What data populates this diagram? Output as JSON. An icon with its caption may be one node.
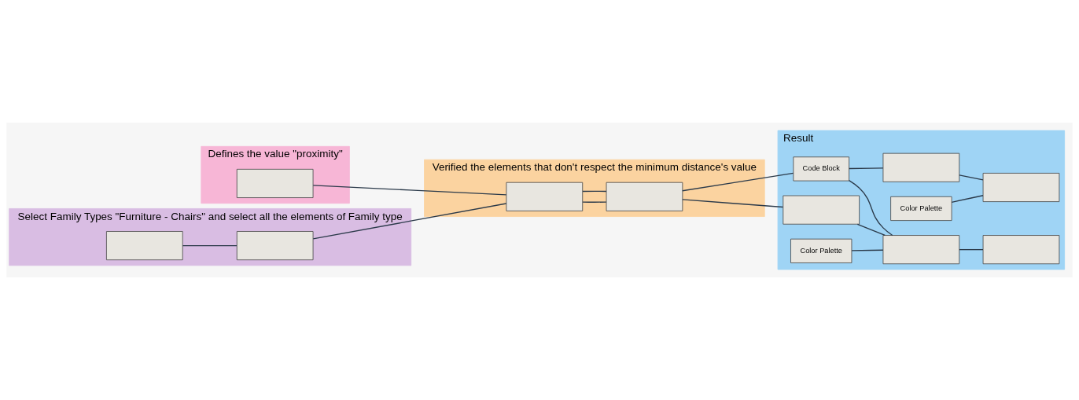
{
  "diagram": {
    "nodes": [
      {
        "text": [
          "Defines the value \"proximity\""
        ]
      },
      {
        "text": [],
        "shape": "box",
        "in": 0
      },
      {
        "text": [
          "Select Family Types \"Furniture - Chairs\" and select all the elements of Family type"
        ]
      },
      {
        "text": [],
        "shape": "box",
        "in": 2
      },
      {
        "text": [],
        "shape": "box",
        "in": 2
      },
      {
        "text": [
          "Verified the elements that don't respect the minimum distance's value"
        ]
      },
      {
        "text": [],
        "shape": "box",
        "in": 5
      },
      {
        "text": [],
        "shape": "box",
        "in": 5
      },
      {
        "text": [
          "Result"
        ]
      },
      {
        "text": [
          "Code Block"
        ],
        "in": 8
      },
      {
        "text": [],
        "shape": "box",
        "in": 8
      },
      {
        "text": [],
        "shape": "box",
        "in": 8
      },
      {
        "text": [
          "Color Palette"
        ],
        "in": 8
      },
      {
        "text": [],
        "shape": "box",
        "in": 8
      },
      {
        "text": [],
        "shape": "box",
        "in": 8
      },
      {
        "text": [
          "Color Palette"
        ],
        "in": 8
      },
      {
        "text": [],
        "shape": "box",
        "in": 8
      }
    ],
    "edges": [
      {
        "from": 3,
        "to": 4,
        "arrow": "none"
      },
      {
        "from": 4,
        "to": 6,
        "arrow": "none"
      },
      {
        "from": 1,
        "to": 6,
        "arrow": "none"
      },
      {
        "from": 6,
        "to": 7,
        "arrow": "none"
      },
      {
        "from": 6,
        "to": 7,
        "arrow": "none"
      },
      {
        "from": 7,
        "to": 9,
        "arrow": "none"
      },
      {
        "from": 7,
        "to": 10,
        "arrow": "none"
      },
      {
        "from": 9,
        "to": 11,
        "arrow": "none"
      },
      {
        "from": 9,
        "to": 14,
        "arrow": "none"
      },
      {
        "from": 10,
        "to": 14,
        "arrow": "none"
      },
      {
        "from": 11,
        "to": 13,
        "arrow": "none"
      },
      {
        "from": 12,
        "to": 13,
        "arrow": "none"
      },
      {
        "from": 14,
        "to": 16,
        "arrow": "none"
      },
      {
        "from": 15,
        "to": 14,
        "arrow": "none"
      }
    ]
  }
}
